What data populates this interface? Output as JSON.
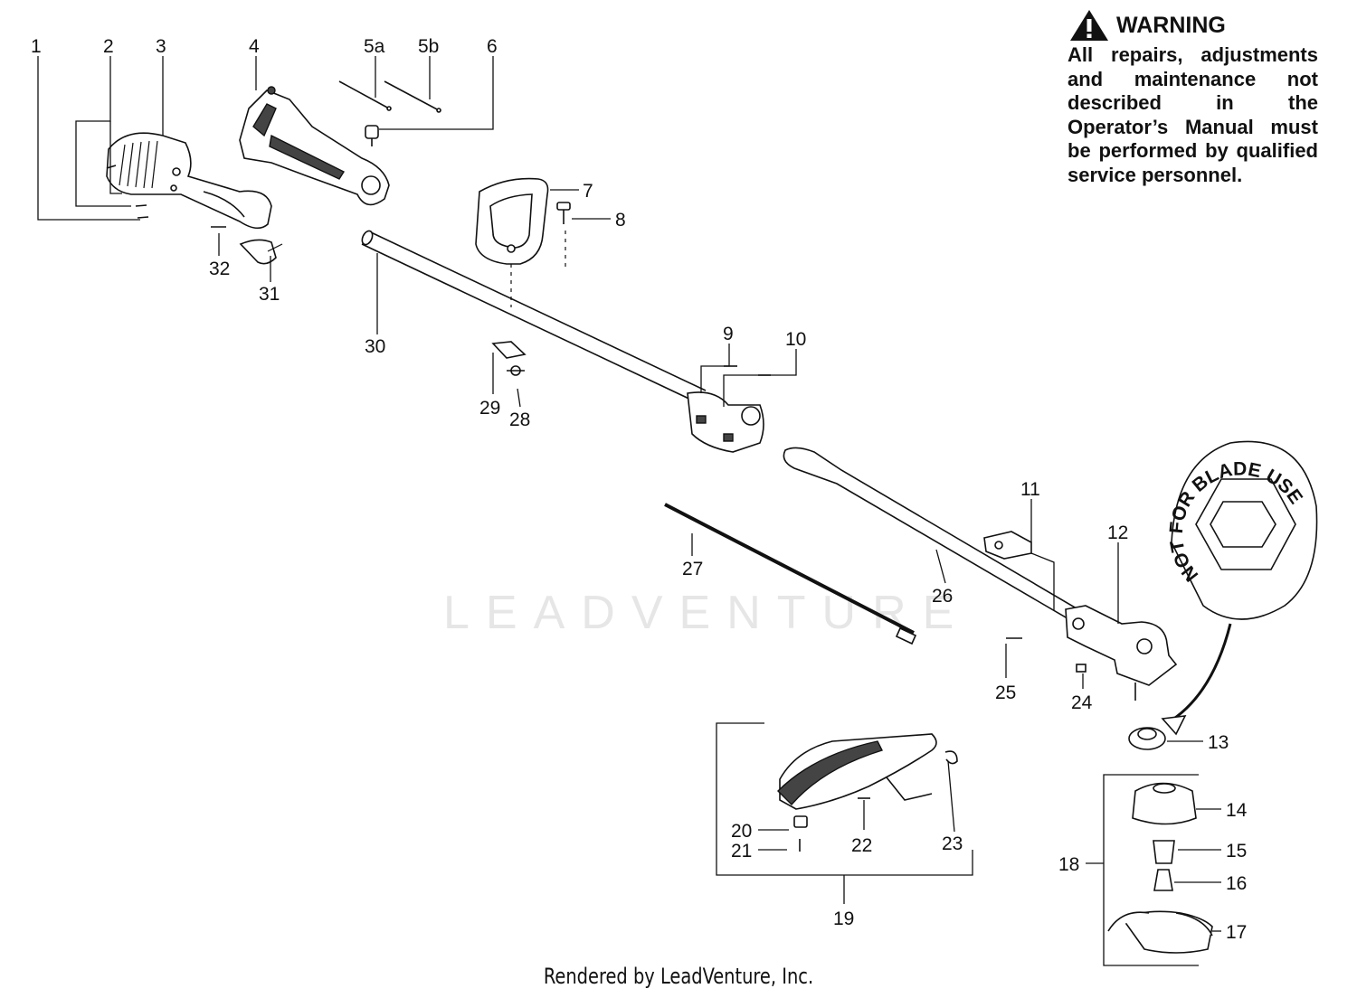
{
  "warning": {
    "title": "WARNING",
    "text": "All repairs, adjustments and maintenance not described in the Operator’s Manual must be performed by qualified service personnel."
  },
  "callouts": [
    "1",
    "2",
    "3",
    "4",
    "5a",
    "5b",
    "6",
    "7",
    "8",
    "9",
    "10",
    "11",
    "12",
    "13",
    "14",
    "15",
    "16",
    "17",
    "18",
    "19",
    "20",
    "21",
    "22",
    "23",
    "24",
    "25",
    "26",
    "27",
    "28",
    "29",
    "30",
    "31",
    "32"
  ],
  "head_label": "NOT FOR BLADE USE",
  "watermark": "LEADVENTURE",
  "footer": "Rendered by LeadVenture, Inc."
}
